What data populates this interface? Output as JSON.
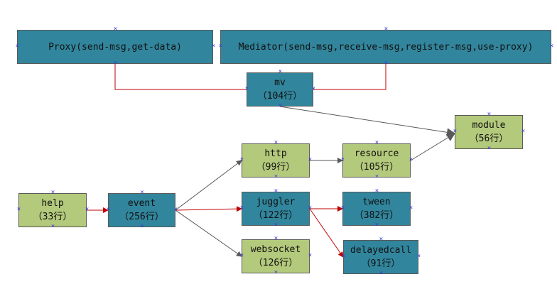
{
  "colors": {
    "teal": "#31859c",
    "green": "#b3c97b",
    "red_edge": "#c00000",
    "gray_edge": "#595959",
    "handle": "#3b3bdc"
  },
  "handle_glyph": "×",
  "nodes": {
    "proxy": {
      "label": "Proxy(send-msg,get-data)"
    },
    "mediator": {
      "label": "Mediator(send-msg,receive-msg,register-msg,use-proxy)"
    },
    "mv": {
      "name": "mv",
      "lines": "（104行）"
    },
    "module": {
      "name": "module",
      "lines": "（56行）"
    },
    "http": {
      "name": "http",
      "lines": "（99行）"
    },
    "resource": {
      "name": "resource",
      "lines": "（105行）"
    },
    "help": {
      "name": "help",
      "lines": "（33行）"
    },
    "event": {
      "name": "event",
      "lines": "（256行）"
    },
    "juggler": {
      "name": "juggler",
      "lines": "（122行）"
    },
    "tween": {
      "name": "tween",
      "lines": "（382行）"
    },
    "websocket": {
      "name": "websocket",
      "lines": "（126行）"
    },
    "delayedcall": {
      "name": "delayedcall",
      "lines": "（91行）"
    }
  }
}
